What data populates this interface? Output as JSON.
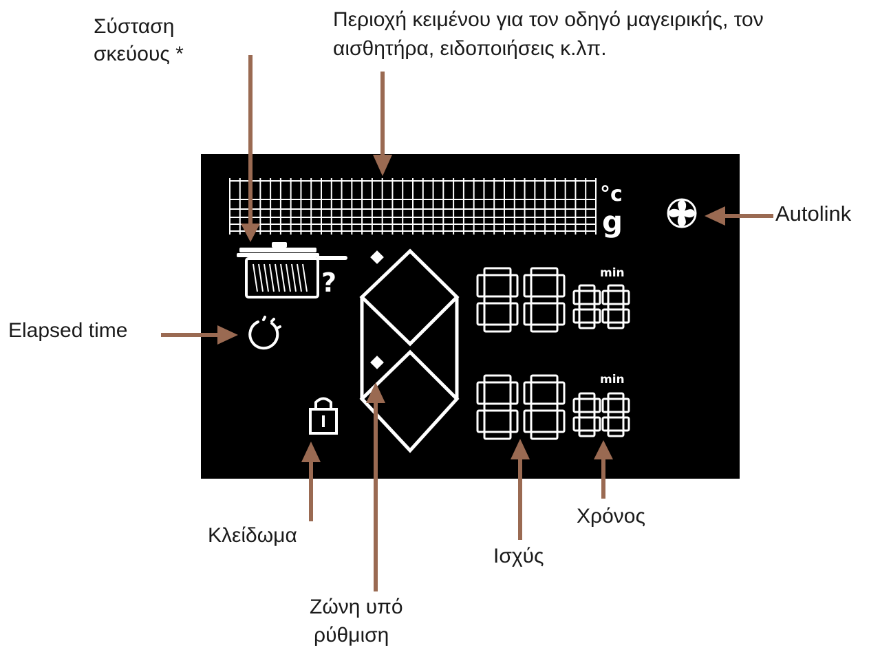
{
  "labels": {
    "cookware_l1": "Σύσταση",
    "cookware_l2": "σκεύους *",
    "textarea_l1": "Περιοχή κειμένου για τον οδηγό μαγειρικής, τον",
    "textarea_l2": "αισθητήρα, ειδοποιήσεις κ.λπ.",
    "autolink": "Autolink",
    "elapsed": "Elapsed time",
    "lock": "Κλείδωμα",
    "zone_l1": "Ζώνη υπό",
    "zone_l2": "ρύθμιση",
    "power": "Ισχύς",
    "time": "Χρόνος"
  },
  "display": {
    "unit_celsius": "°c",
    "unit_grams": "g",
    "min_top": "min",
    "min_bottom": "min",
    "question_mark": "?",
    "power_top": "88",
    "time_top": "88",
    "power_bottom": "88",
    "time_bottom": "88"
  },
  "colors": {
    "panel": "#000000",
    "segment": "#ffffff",
    "arrow": "#9a6a52",
    "text": "#1a1a1a"
  }
}
